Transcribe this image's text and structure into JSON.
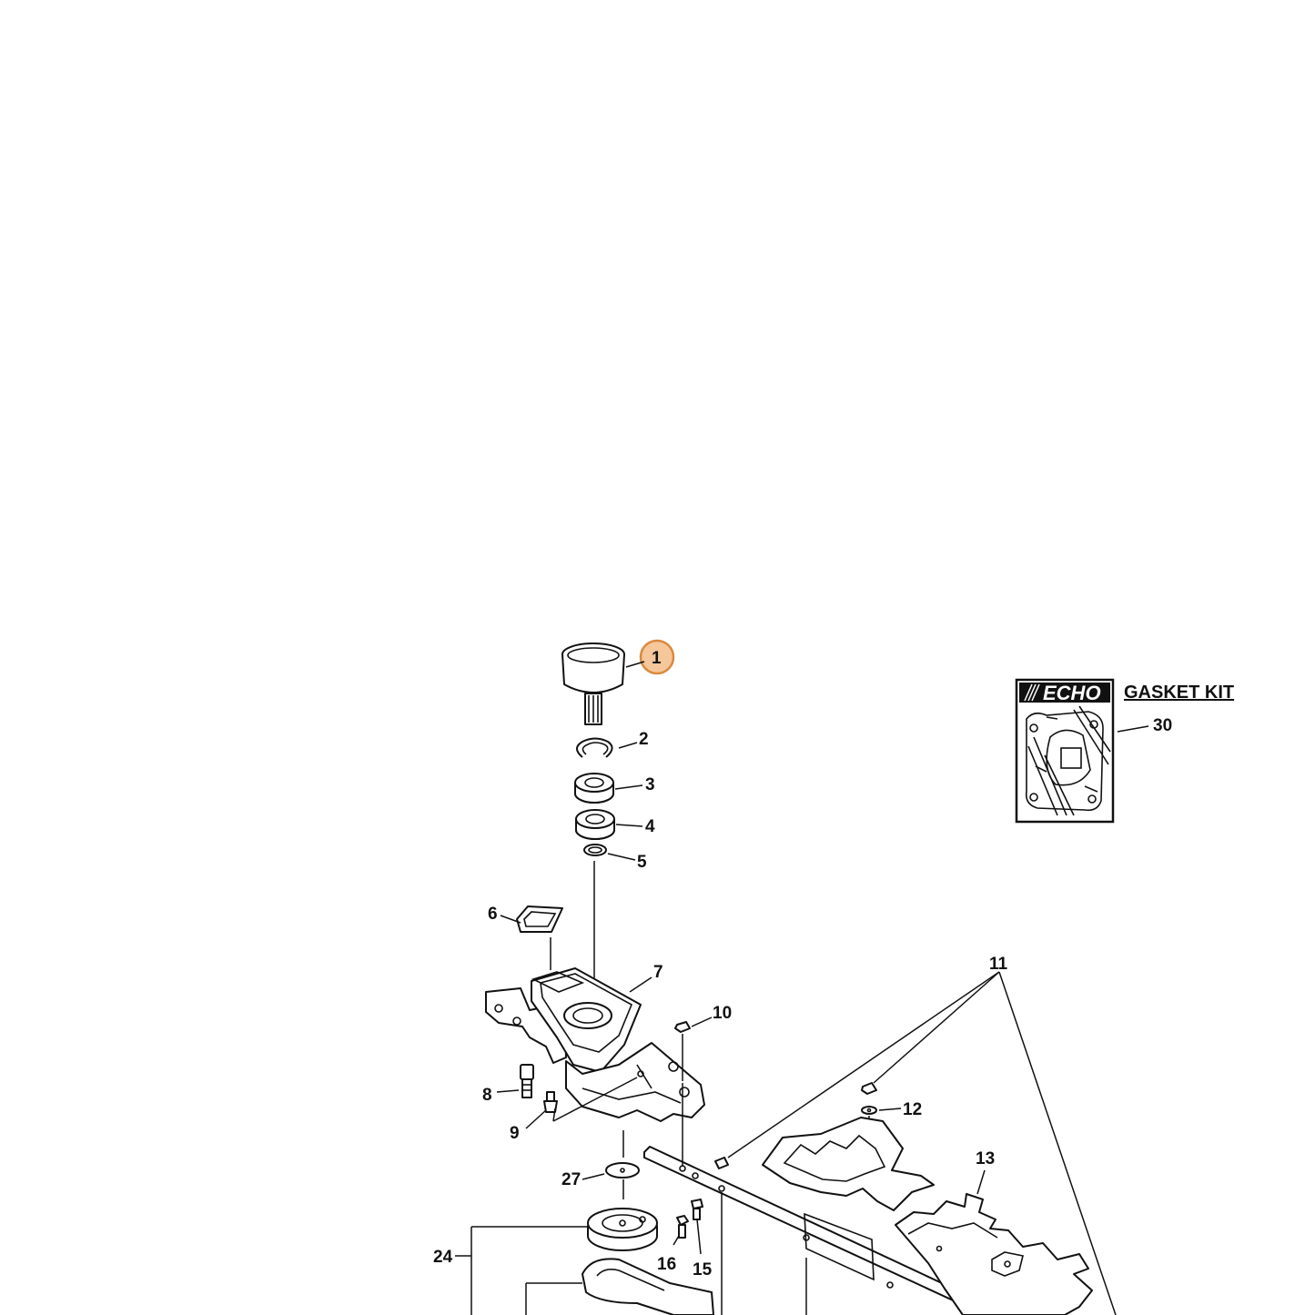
{
  "callouts": {
    "p1": "1",
    "p2": "2",
    "p3": "3",
    "p4": "4",
    "p5": "5",
    "p6": "6",
    "p7": "7",
    "p8": "8",
    "p9": "9",
    "p10": "10",
    "p11": "11",
    "p12": "12",
    "p13": "13",
    "p15": "15",
    "p16": "16",
    "p24": "24",
    "p27": "27",
    "p30": "30"
  },
  "kit": {
    "logo": "ECHO",
    "title": "GASKET KIT"
  },
  "colors": {
    "highlight_fill": "#f5c79a",
    "highlight_stroke": "#d98a3f",
    "line": "#111111"
  }
}
